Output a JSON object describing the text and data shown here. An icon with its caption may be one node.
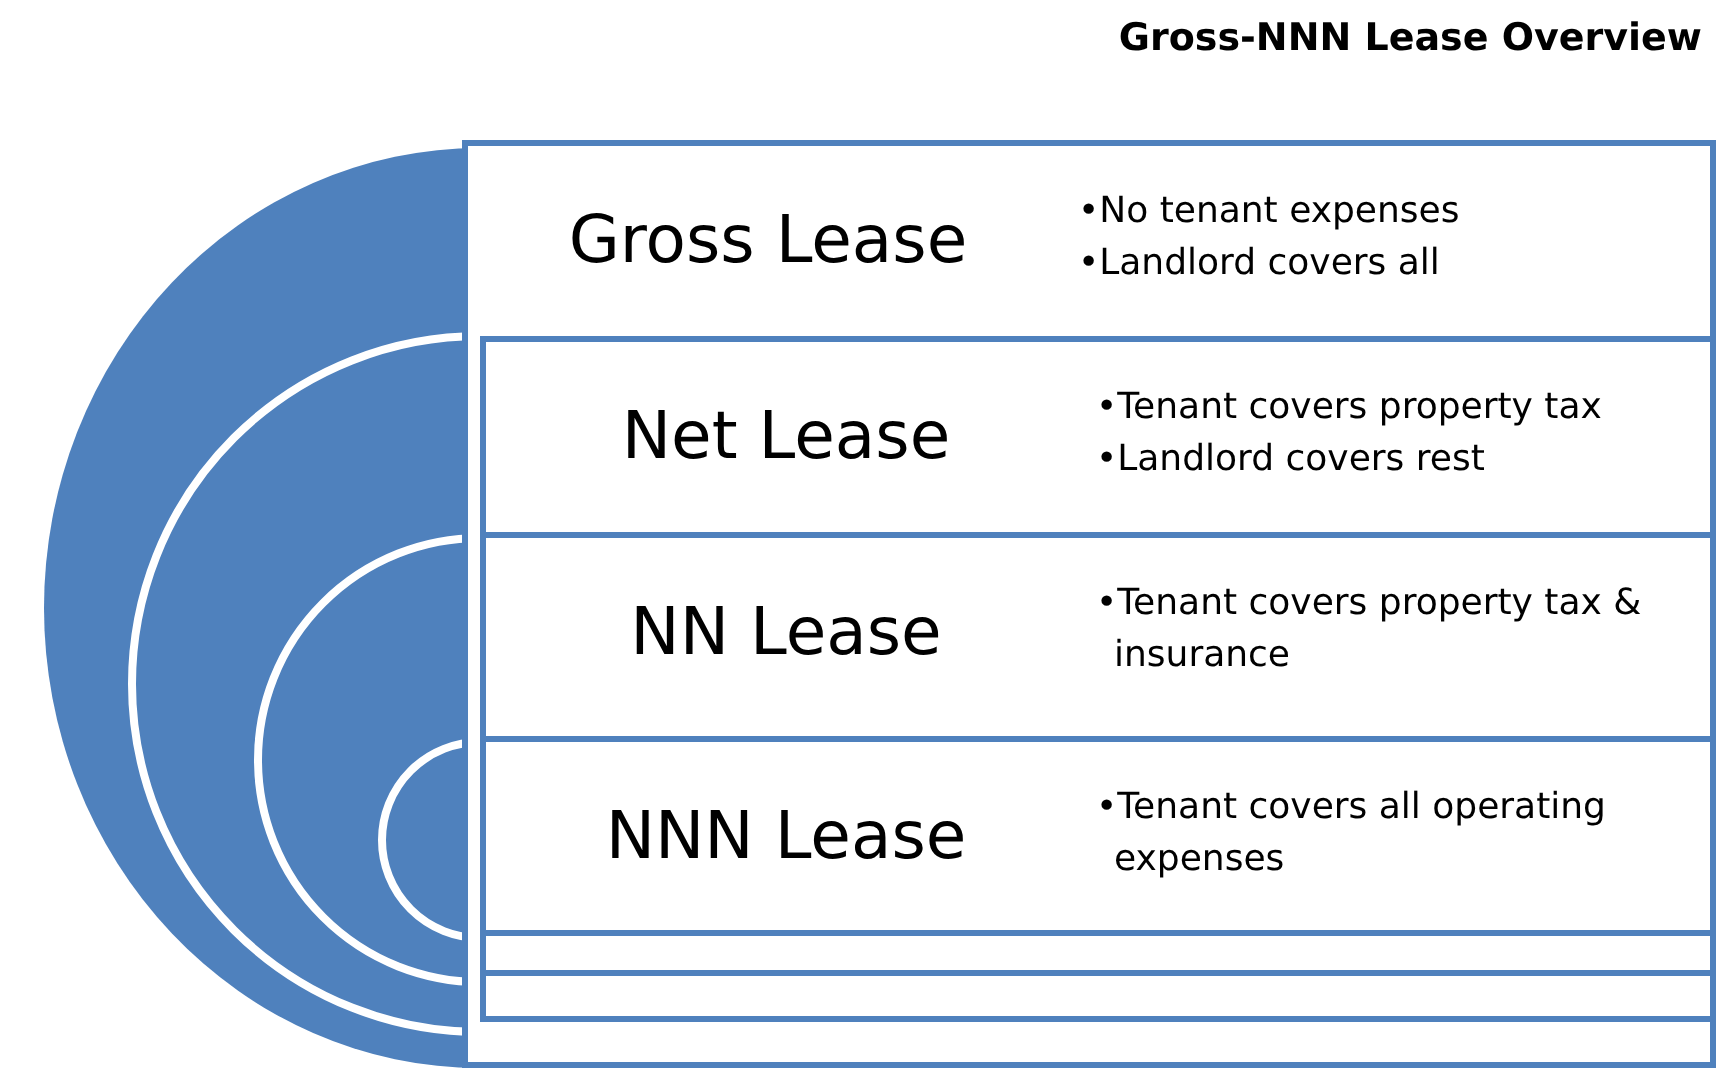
{
  "diagram": {
    "title": "Gross-NNN Lease Overview",
    "nodes": [
      {
        "text": [
          "Gross Lease",
          "•No tenant expenses",
          "•Landlord covers all"
        ]
      },
      {
        "text": [
          "Net Lease",
          "•Tenant covers property tax",
          "•Landlord covers rest"
        ],
        "in": 0
      },
      {
        "text": [
          "NN Lease",
          "•Tenant covers property tax & insurance"
        ],
        "in": 1
      },
      {
        "text": [
          "NNN Lease",
          "•Tenant covers all operating expenses"
        ],
        "in": 2
      }
    ],
    "edges": []
  }
}
